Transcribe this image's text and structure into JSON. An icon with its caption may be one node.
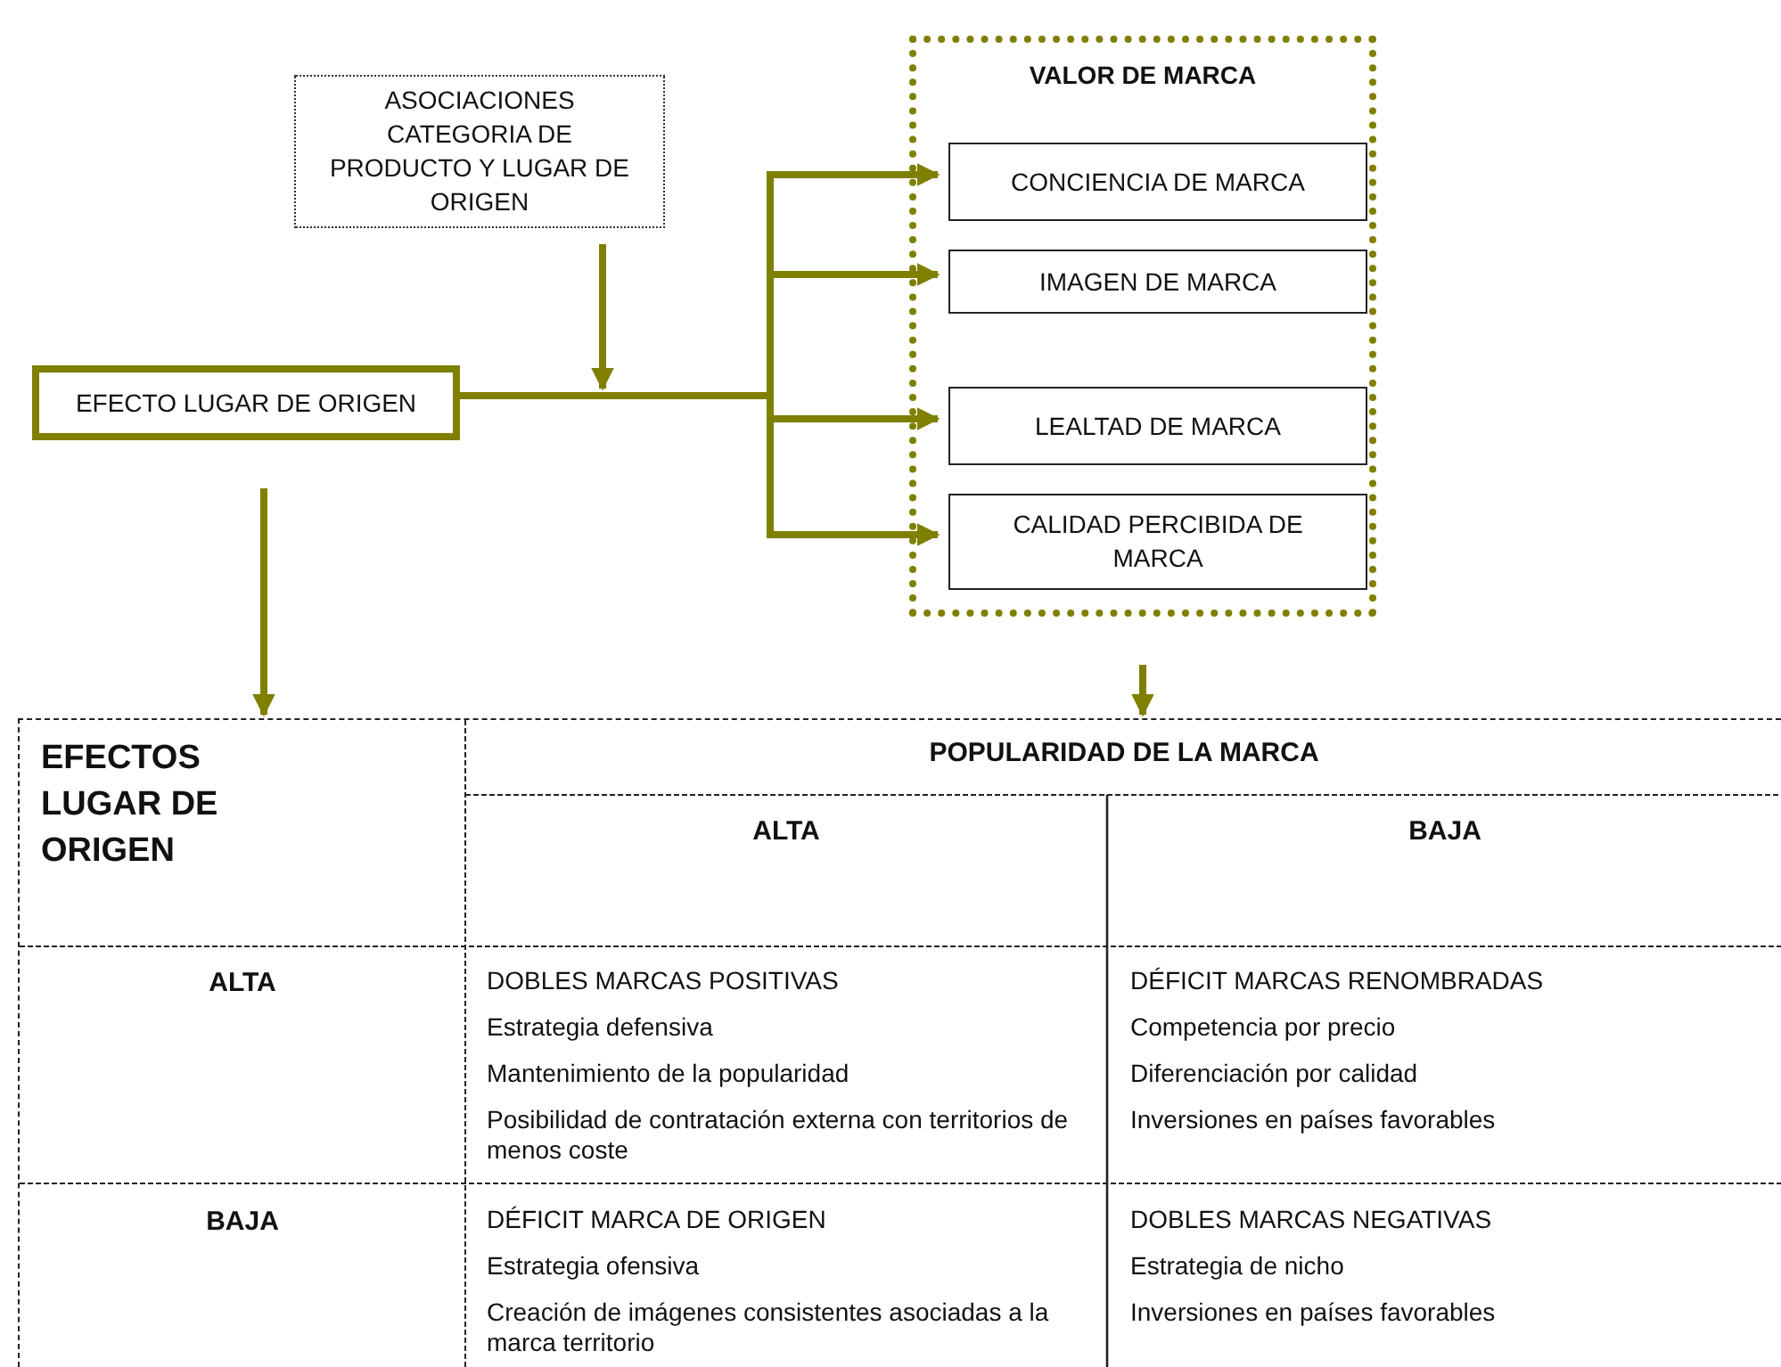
{
  "diagram": {
    "nodes": [
      {
        "text": [
          "ASOCIACIONES CATEGORIA DE PRODUCTO Y LUGAR DE ORIGEN"
        ]
      },
      {
        "text": [
          "EFECTO LUGAR DE ORIGEN"
        ]
      },
      {
        "text": [
          "VALOR DE MARCA"
        ]
      },
      {
        "text": [
          "CONCIENCIA DE MARCA"
        ],
        "in": 2
      },
      {
        "text": [
          "IMAGEN DE MARCA"
        ],
        "in": 2
      },
      {
        "text": [
          "LEALTAD DE MARCA"
        ],
        "in": 2
      },
      {
        "text": [
          "CALIDAD PERCIBIDA DE MARCA"
        ],
        "in": 2
      },
      {
        "text": [],
        "shape": "table"
      }
    ],
    "edges": [
      {
        "from": 0,
        "to": null,
        "arrow": "to"
      },
      {
        "from": 1,
        "to": 3,
        "arrow": "to"
      },
      {
        "from": 1,
        "to": 4,
        "arrow": "to"
      },
      {
        "from": 1,
        "to": 5,
        "arrow": "to"
      },
      {
        "from": 1,
        "to": 6,
        "arrow": "to"
      },
      {
        "from": 1,
        "to": 7,
        "arrow": "to"
      },
      {
        "from": 2,
        "to": 7,
        "arrow": "to"
      }
    ],
    "labels": [
      "EFECTOS LUGAR DE ORIGEN",
      "POPULARIDAD DE LA MARCA",
      "ALTA",
      "BAJA",
      "ALTA",
      "DOBLES MARCAS POSITIVAS",
      "Estrategia defensiva",
      "Mantenimiento de la popularidad",
      "Posibilidad de contratación externa con territorios de menos coste",
      "DÉFICIT MARCAS RENOMBRADAS",
      "Competencia por precio",
      "Diferenciación por calidad",
      "Inversiones en países favorables",
      "BAJA",
      "DÉFICIT MARCA DE ORIGEN",
      "Estrategia ofensiva",
      "Creación de imágenes consistentes asociadas a la marca territorio",
      "DOBLES MARCAS NEGATIVAS",
      "Estrategia de nicho",
      "Inversiones en países favorables"
    ]
  }
}
